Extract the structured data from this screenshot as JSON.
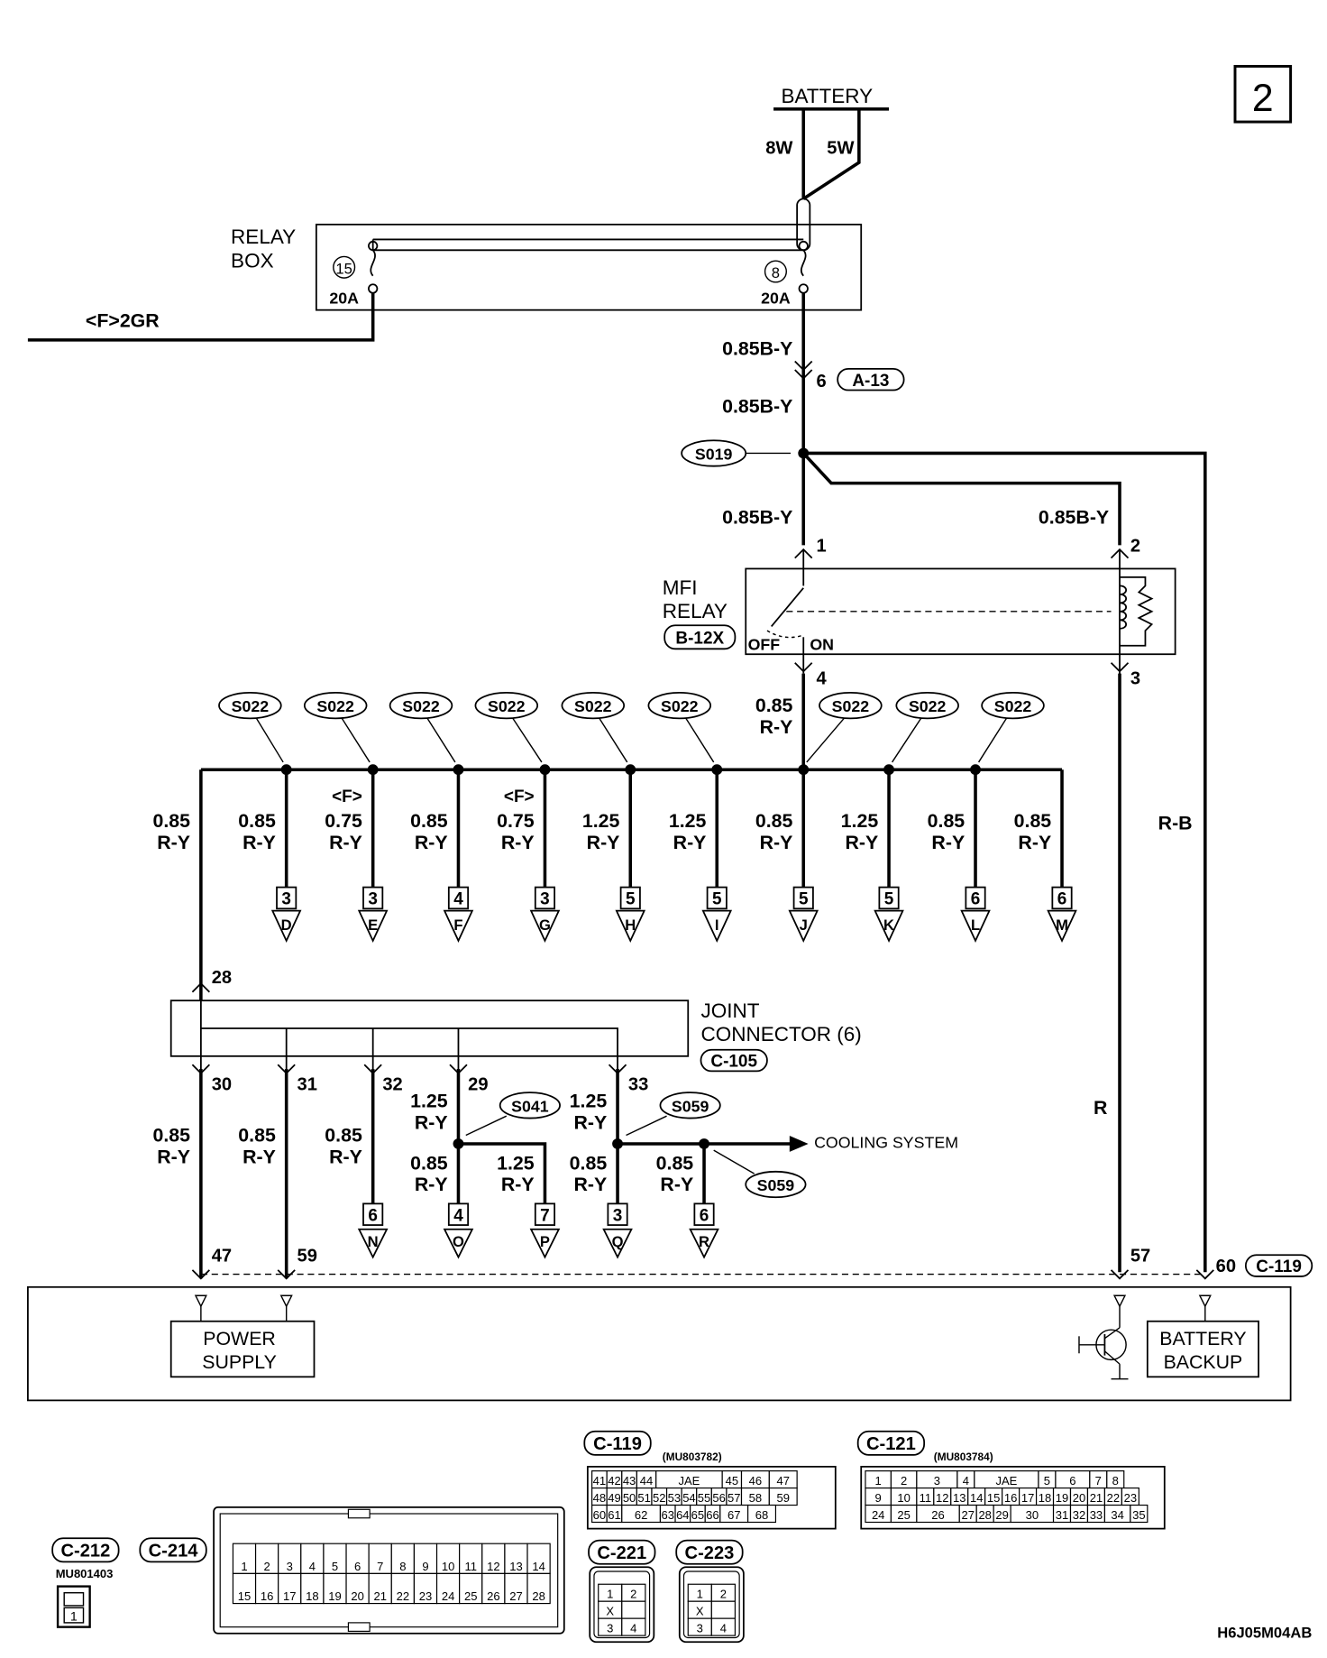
{
  "page_number": "2",
  "battery": {
    "label": "BATTERY",
    "wire_left": "8W",
    "wire_right": "5W"
  },
  "relay_box": {
    "label_line1": "RELAY",
    "label_line2": "BOX",
    "fuse_left": {
      "number": "15",
      "rating": "20A"
    },
    "fuse_right": {
      "number": "8",
      "rating": "20A"
    }
  },
  "left_feed": "<F>2GR",
  "wires": {
    "main_085": "0.85B-Y",
    "r_b": "R-B",
    "r": "R",
    "s022_trunk": "0.85\nR-Y"
  },
  "connector_a13": {
    "pin": "6",
    "id": "A-13"
  },
  "splices": {
    "s019": "S019",
    "s022": "S022",
    "s041": "S041",
    "s059": "S059"
  },
  "mfi_relay": {
    "label_line1": "MFI",
    "label_line2": "RELAY",
    "connector": "B-12X",
    "off": "OFF",
    "on": "ON",
    "pins": [
      "1",
      "2",
      "3",
      "4"
    ]
  },
  "branches": [
    {
      "size": "0.85",
      "color": "R-Y",
      "note": "",
      "pin": "",
      "dest": ""
    },
    {
      "size": "0.85",
      "color": "R-Y",
      "note": "",
      "pin": "3",
      "dest": "D"
    },
    {
      "size": "0.75",
      "color": "R-Y",
      "note": "<F>",
      "pin": "3",
      "dest": "E"
    },
    {
      "size": "0.85",
      "color": "R-Y",
      "note": "",
      "pin": "4",
      "dest": "F"
    },
    {
      "size": "0.75",
      "color": "R-Y",
      "note": "<F>",
      "pin": "3",
      "dest": "G"
    },
    {
      "size": "1.25",
      "color": "R-Y",
      "note": "",
      "pin": "5",
      "dest": "H"
    },
    {
      "size": "1.25",
      "color": "R-Y",
      "note": "",
      "pin": "5",
      "dest": "I"
    },
    {
      "size": "0.85",
      "color": "R-Y",
      "note": "",
      "pin": "5",
      "dest": "J"
    },
    {
      "size": "1.25",
      "color": "R-Y",
      "note": "",
      "pin": "5",
      "dest": "K"
    },
    {
      "size": "0.85",
      "color": "R-Y",
      "note": "",
      "pin": "6",
      "dest": "L"
    },
    {
      "size": "0.85",
      "color": "R-Y",
      "note": "",
      "pin": "6",
      "dest": "M"
    }
  ],
  "joint_connector": {
    "label_line1": "JOINT",
    "label_line2": "CONNECTOR (6)",
    "id": "C-105",
    "pin_in": "28",
    "pins_out": [
      "30",
      "31",
      "32",
      "29",
      "33"
    ]
  },
  "lower_wires": {
    "w1": "0.85\nR-Y",
    "w2": "0.85\nR-Y",
    "w3": "0.85\nR-Y",
    "w29": "1.25\nR-Y",
    "w33": "1.25\nR-Y",
    "o": "0.85\nR-Y",
    "p": "1.25\nR-Y",
    "q": "0.85\nR-Y",
    "r": "0.85\nR-Y"
  },
  "lower_dest": [
    {
      "pin": "6",
      "dest": "N"
    },
    {
      "pin": "4",
      "dest": "O"
    },
    {
      "pin": "7",
      "dest": "P"
    },
    {
      "pin": "3",
      "dest": "Q"
    },
    {
      "pin": "6",
      "dest": "R"
    }
  ],
  "cooling_system": "COOLING SYSTEM",
  "ecu_pins": {
    "p47": "47",
    "p59": "59",
    "p57": "57",
    "p60": "60",
    "connector": "C-119"
  },
  "ecu_blocks": {
    "power_1": "POWER",
    "power_2": "SUPPLY",
    "backup_1": "BATTERY",
    "backup_2": "BACKUP"
  },
  "connectors_legend": {
    "c119": {
      "id": "C-119",
      "part": "(MU803782)",
      "rows": [
        [
          "41",
          "42",
          "43",
          "44",
          "JAE",
          "45",
          "46",
          "47"
        ],
        [
          "48",
          "49",
          "50",
          "51",
          "52",
          "53",
          "54",
          "55",
          "56",
          "57",
          "58",
          "59"
        ],
        [
          "60",
          "61",
          "62",
          "63",
          "64",
          "65",
          "66",
          "67",
          "68"
        ]
      ]
    },
    "c121": {
      "id": "C-121",
      "part": "(MU803784)",
      "rows": [
        [
          "1",
          "2",
          "3",
          "4",
          "JAE",
          "5",
          "6",
          "7",
          "8"
        ],
        [
          "9",
          "10",
          "11",
          "12",
          "13",
          "14",
          "15",
          "16",
          "17",
          "18",
          "19",
          "20",
          "21",
          "22",
          "23"
        ],
        [
          "24",
          "25",
          "26",
          "27",
          "28",
          "29",
          "30",
          "31",
          "32",
          "33",
          "34",
          "35"
        ]
      ]
    },
    "c212": {
      "id": "C-212",
      "part": "MU801403",
      "pin": "1"
    },
    "c214": {
      "id": "C-214",
      "row1": [
        "1",
        "2",
        "3",
        "4",
        "5",
        "6",
        "7",
        "8",
        "9",
        "10",
        "11",
        "12",
        "13",
        "14"
      ],
      "row2": [
        "15",
        "16",
        "17",
        "18",
        "19",
        "20",
        "21",
        "22",
        "23",
        "24",
        "25",
        "26",
        "27",
        "28"
      ]
    },
    "c221": {
      "id": "C-221",
      "pins": [
        "1",
        "2",
        "3",
        "4"
      ]
    },
    "c223": {
      "id": "C-223",
      "pins": [
        "1",
        "2",
        "3",
        "4"
      ]
    }
  },
  "figure_code": "H6J05M04AB"
}
